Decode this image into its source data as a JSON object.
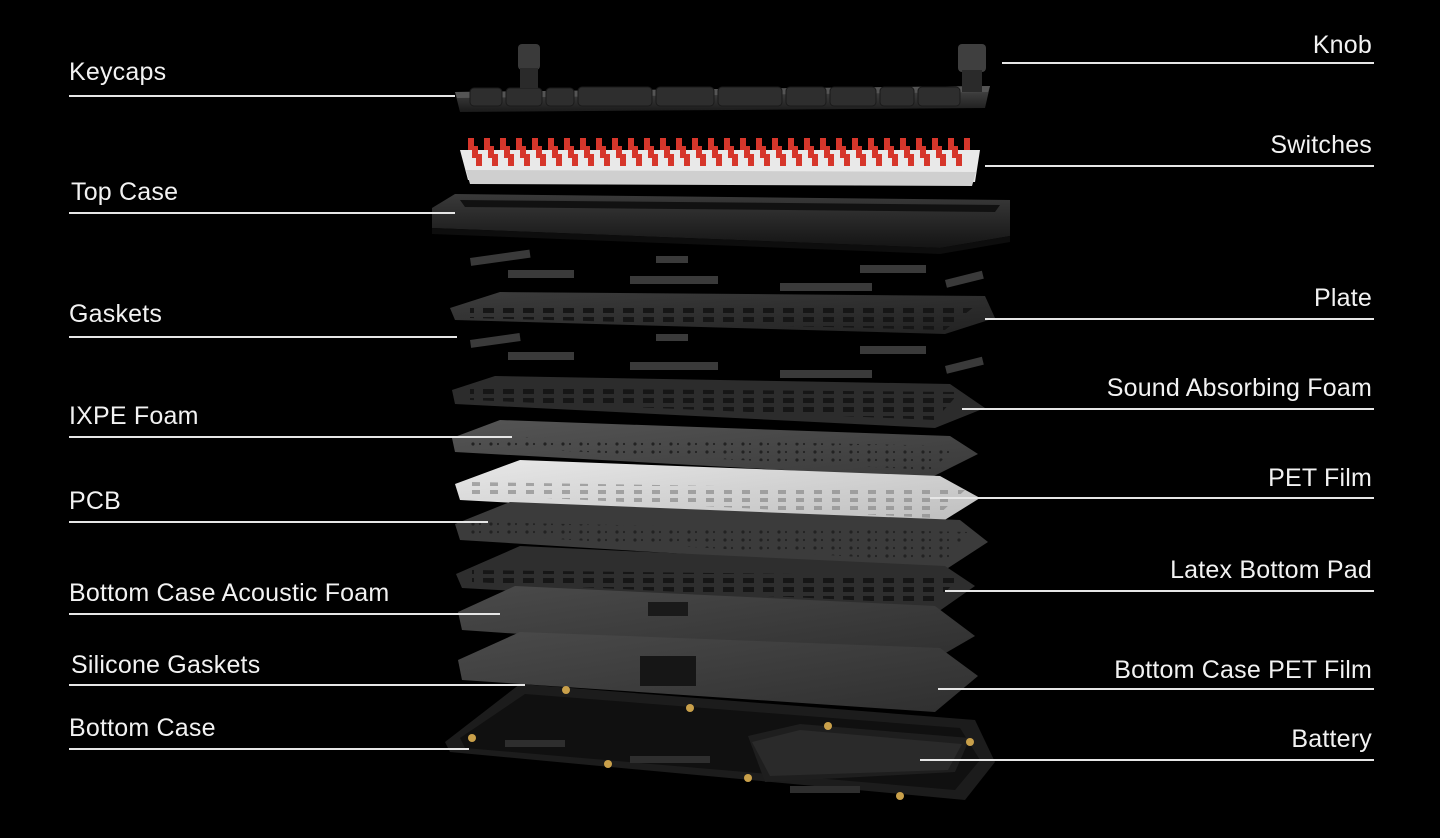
{
  "diagram": {
    "left_labels": [
      {
        "id": "keycaps",
        "text": "Keycaps"
      },
      {
        "id": "top-case",
        "text": "Top Case"
      },
      {
        "id": "gaskets",
        "text": "Gaskets"
      },
      {
        "id": "ixpe-foam",
        "text": "IXPE Foam"
      },
      {
        "id": "pcb",
        "text": "PCB"
      },
      {
        "id": "bottom-case-acoustic-foam",
        "text": "Bottom Case Acoustic Foam"
      },
      {
        "id": "silicone-gaskets",
        "text": "Silicone Gaskets"
      },
      {
        "id": "bottom-case",
        "text": "Bottom Case"
      }
    ],
    "right_labels": [
      {
        "id": "knob",
        "text": "Knob"
      },
      {
        "id": "switches",
        "text": "Switches"
      },
      {
        "id": "plate",
        "text": "Plate"
      },
      {
        "id": "sound-absorbing-foam",
        "text": "Sound Absorbing Foam"
      },
      {
        "id": "pet-film",
        "text": "PET Film"
      },
      {
        "id": "latex-bottom-pad",
        "text": "Latex Bottom Pad"
      },
      {
        "id": "bottom-case-pet-film",
        "text": "Bottom Case PET Film"
      },
      {
        "id": "battery",
        "text": "Battery"
      }
    ]
  },
  "colors": {
    "background": "#000000",
    "label_text": "#f2f2f2",
    "leader_line": "#e6e6e6",
    "switch_stem": "#d6362b",
    "switch_housing": "#e9e9e9",
    "dark_layer": "#2b2b2b",
    "gold_pin": "#c9a04a"
  }
}
